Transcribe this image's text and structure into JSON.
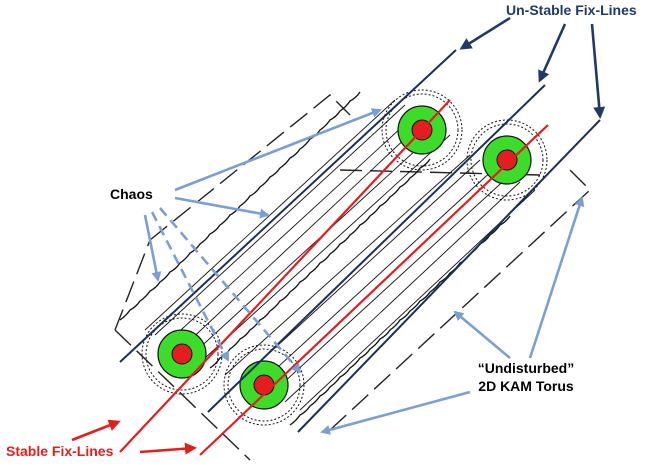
{
  "labels": {
    "unstable_fix_lines": "Un-Stable Fix-Lines",
    "chaos": "Chaos",
    "undisturbed": "“Undisturbed”",
    "kam_torus": "2D KAM Torus",
    "stable_fix_lines": "Stable Fix-Lines"
  },
  "colors": {
    "unstable_arrow": "#1f3a68",
    "unstable_line": "#1a2f5a",
    "stable_line": "#e41e1e",
    "stable_arrow": "#e41e1e",
    "callout_arrow": "#7a9fd4",
    "island_fill": "#3ddc2a",
    "island_core": "#e41e1e",
    "sketch_ink": "#111111"
  }
}
